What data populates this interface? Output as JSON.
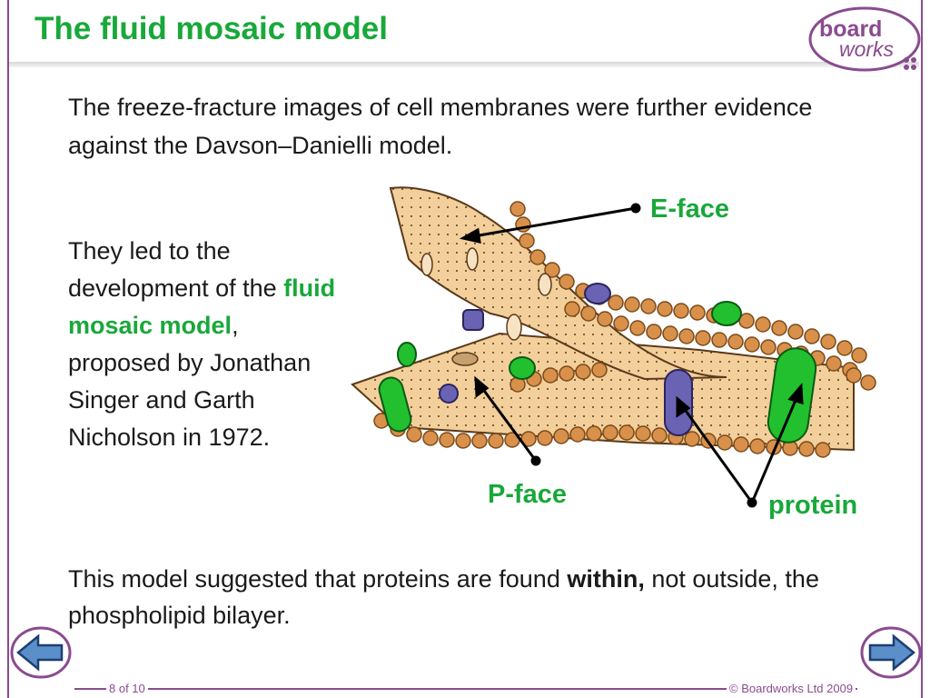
{
  "slide": {
    "title": "The fluid mosaic model",
    "intro": "The freeze-fracture images of cell membranes were further evidence against the Davson–Danielli model.",
    "side_text": {
      "part1": "They led to the development of the ",
      "highlight": "fluid mosaic model",
      "part2": ", proposed by Jonathan Singer and Garth Nicholson in 1972."
    },
    "conclusion": {
      "part1": "This model suggested that proteins are found ",
      "bold": "within,",
      "part2": " not outside, the phospholipid bilayer."
    }
  },
  "diagram": {
    "labels": {
      "e_face": "E-face",
      "p_face": "P-face",
      "protein": "protein"
    }
  },
  "logo": {
    "line1": "board",
    "line2": "works"
  },
  "footer": {
    "page": "8 of 10",
    "copyright": "© Boardworks Ltd 2009"
  },
  "nav": {
    "prev_icon": "left-arrow-icon",
    "next_icon": "right-arrow-icon"
  },
  "colors": {
    "accent_green": "#19a83a",
    "frame_purple": "#8a4b8f",
    "membrane_tan": "#f2cf9b",
    "head_brown": "#d8904a",
    "protein_green": "#22c02e",
    "protein_purple": "#6a62b3"
  }
}
